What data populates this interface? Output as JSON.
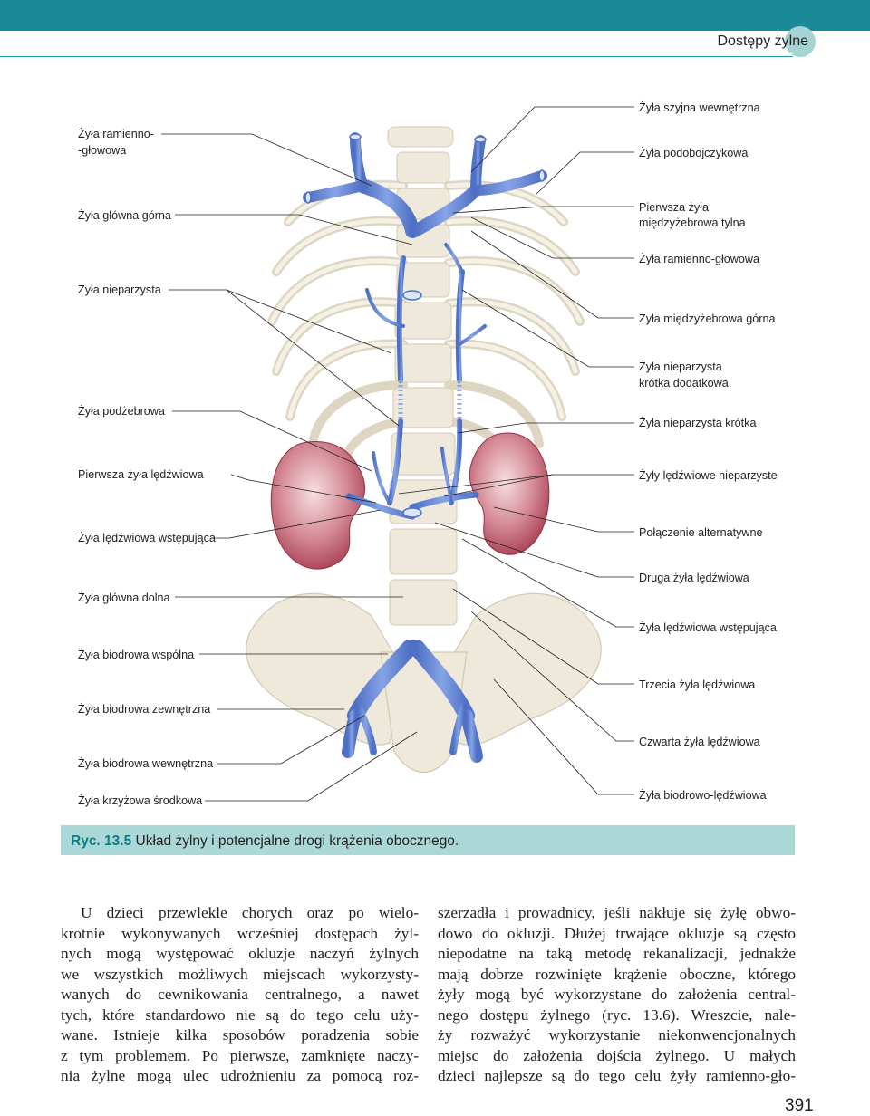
{
  "header": {
    "section_title": "Dostępy żylne"
  },
  "figure": {
    "labels_left": [
      "Żyła ramienno-",
      "-głowowa",
      "Żyła główna górna",
      "Żyła nieparzysta",
      "Żyła podżebrowa",
      "Pierwsza żyła lędźwiowa",
      "Żyła lędźwiowa wstępująca",
      "Żyła główna dolna",
      "Żyła biodrowa wspólna",
      "Żyła biodrowa zewnętrzna",
      "Żyła biodrowa wewnętrzna",
      "Żyła krzyżowa środkowa"
    ],
    "labels_right": [
      "Żyła szyjna wewnętrzna",
      "Żyła podobojczykowa",
      "Pierwsza żyła",
      "międzyżebrowa tylna",
      "Żyła ramienno-głowowa",
      "Żyła międzyżebrowa górna",
      "Żyła nieparzysta",
      "krótka dodatkowa",
      "Żyła nieparzysta krótka",
      "Żyły lędźwiowe nieparzyste",
      "Połączenie alternatywne",
      "Druga żyła lędźwiowa",
      "Żyła lędźwiowa wstępująca",
      "Trzecia żyła lędźwiowa",
      "Czwarta żyła lędźwiowa",
      "Żyła biodrowo-lędźwiowa"
    ],
    "caption_number": "Ryc. 13.5",
    "caption_text": " Układ żylny i potencjalne drogi krążenia obocznego."
  },
  "body_text": {
    "left_lines": [
      "U dzieci przewlekle chorych oraz po wielo-",
      "krotnie wykonywanych wcześniej dostępach żyl-",
      "nych mogą występować okluzje naczyń żylnych",
      "we wszystkich możliwych miejscach wykorzysty-",
      "wanych do cewnikowania centralnego, a nawet",
      "tych, które standardowo nie są do tego celu uży-",
      "wane. Istnieje kilka sposobów poradzenia sobie",
      "z tym problemem. Po pierwsze, zamknięte naczy-",
      "nia żylne mogą ulec udrożnieniu za pomocą roz-"
    ],
    "right_lines": [
      "szerzadła i prowadnicy, jeśli nakłuje się żyłę obwo-",
      "dowo do okluzji. Dłużej trwające okluzje są często",
      "niepodatne na taką metodę rekanalizacji, jednakże",
      "mają dobrze rozwinięte krążenie oboczne, którego",
      "żyły mogą być wykorzystane do założenia central-",
      "nego dostępu żylnego (ryc. 13.6). Wreszcie, nale-",
      "ży rozważyć wykorzystanie niekonwencjonalnych",
      "miejsc do założenia dojścia żylnego. U małych",
      "dzieci najlepsze są do tego celu żyły ramienno-gło-"
    ]
  },
  "page_number": "391",
  "colors": {
    "accent": "#1b8a98",
    "caption_bg": "#aad8d6",
    "vein": "#5b7fd0",
    "kidney": "#b5485a",
    "bone": "#efe9dc"
  }
}
